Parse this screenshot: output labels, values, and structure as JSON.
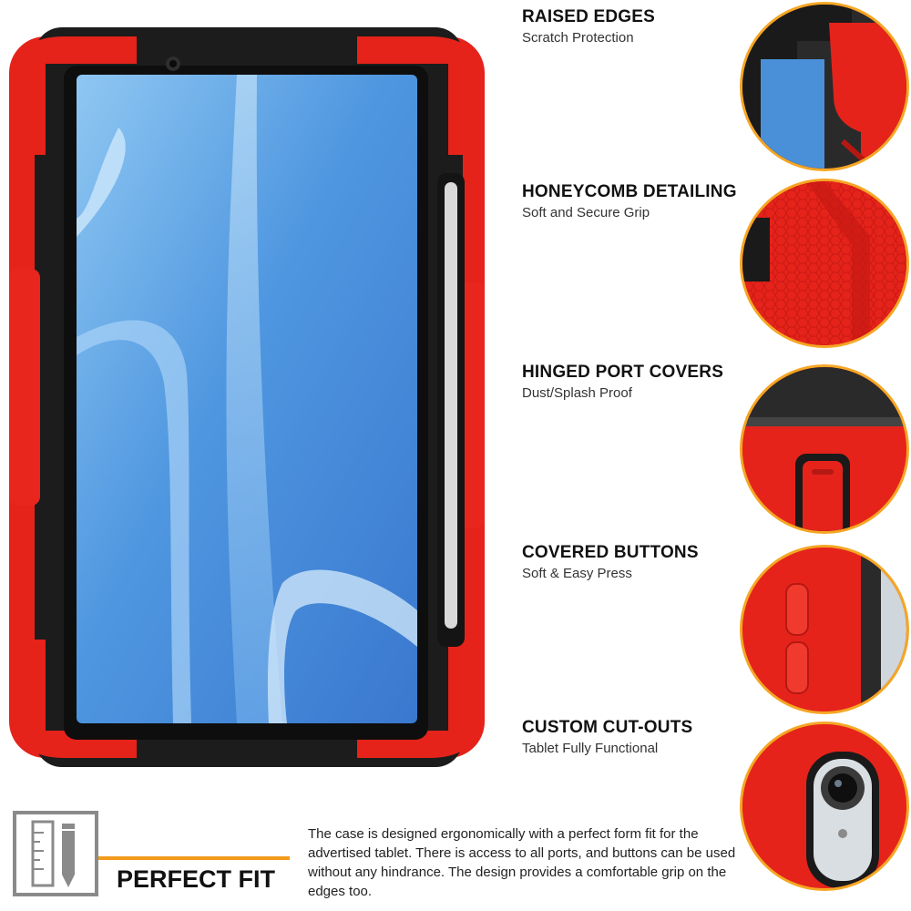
{
  "features": [
    {
      "title": "RAISED EDGES",
      "subtitle": "Scratch Protection"
    },
    {
      "title": "HONEYCOMB DETAILING",
      "subtitle": "Soft and Secure Grip"
    },
    {
      "title": "HINGED PORT COVERS",
      "subtitle": "Dust/Splash Proof"
    },
    {
      "title": "COVERED BUTTONS",
      "subtitle": "Soft & Easy Press"
    },
    {
      "title": "CUSTOM CUT-OUTS",
      "subtitle": "Tablet Fully Functional"
    }
  ],
  "fit": {
    "label": "PERFECT FIT",
    "description": "The case is designed ergonomically with a perfect form fit for the advertised tablet. There is access to all ports, and buttons can be used without any hindrance. The design provides a comfortable grip on the edges too."
  },
  "colors": {
    "case_red": "#e5231b",
    "case_black": "#1a1a1a",
    "accent_orange": "#f39a1c",
    "circle_ring": "#f5a623",
    "screen_blue": "#5aa3e6"
  },
  "icons": [
    "ruler-pencil-icon"
  ]
}
